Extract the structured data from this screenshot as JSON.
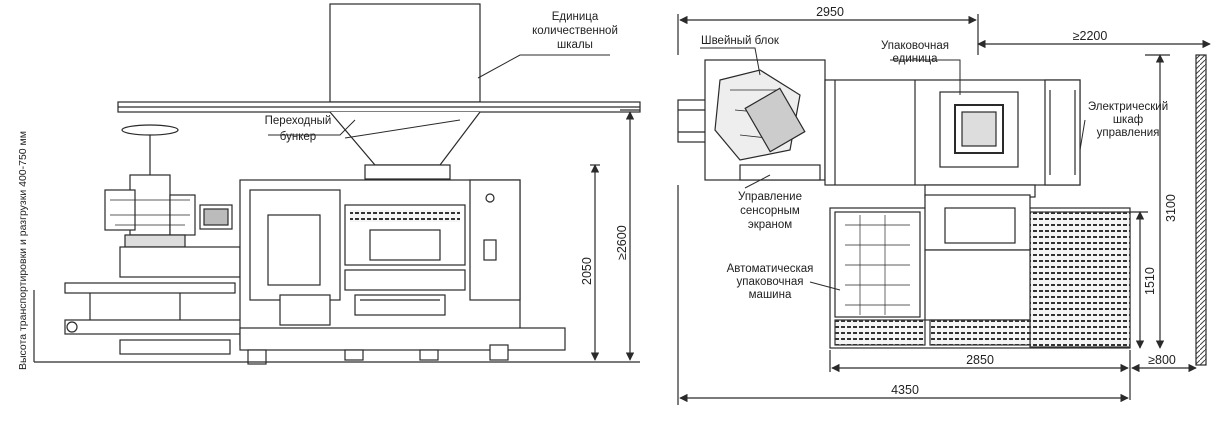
{
  "side_view": {
    "vertical_note": "Высота транспортировки и разгрузки 400-750 мм",
    "label_scale": [
      "Единица",
      "количественной",
      "шкалы"
    ],
    "label_hopper": [
      "Переходный",
      "бункер"
    ],
    "dim_height_1": "2050",
    "dim_height_2": "≥2600"
  },
  "top_view": {
    "dim_width_top": "2950",
    "dim_clearance_top": "≥2200",
    "dim_total_width": "4350",
    "dim_machine_width": "2850",
    "dim_clearance_right": "≥800",
    "dim_depth": "3100",
    "dim_depth_lower": "1510",
    "label_sewing": "Швейный блок",
    "label_packing_unit": [
      "Упаковочная",
      "единица"
    ],
    "label_cabinet": [
      "Электрический",
      "шкаф",
      "управления"
    ],
    "label_touchscreen": [
      "Управление",
      "сенсорным",
      "экраном"
    ],
    "label_auto_machine": [
      "Автоматическая",
      "упаковочная",
      "машина"
    ]
  },
  "colors": {
    "line": "#2a2a2a",
    "fill_dark": "#3a3a3a",
    "fill_light": "#f2f2f2"
  }
}
